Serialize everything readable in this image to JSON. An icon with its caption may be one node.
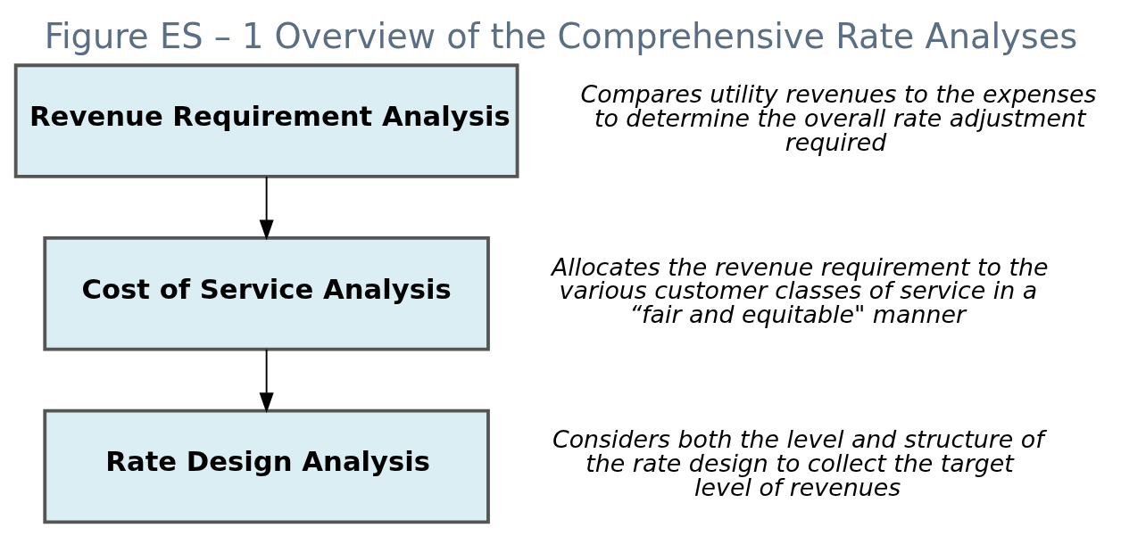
{
  "diagram": {
    "title": "Figure ES – 1 Overview of the Comprehensive Rate Analyses",
    "nodes": [
      {
        "text": [
          "Revenue Requirement Analysis"
        ],
        "beside": [
          "Compares utility revenues to the expenses to determine the overall rate adjustment required"
        ]
      },
      {
        "text": [
          "Cost of Service Analysis"
        ],
        "beside": [
          "Allocates the revenue requirement to the various customer classes of service in a “fair and equitable\" manner"
        ]
      },
      {
        "text": [
          "Rate Design Analysis"
        ],
        "beside": [
          "Considers both the level and structure of the rate design to collect the target level of revenues"
        ]
      }
    ],
    "edges": [
      {
        "from": 0,
        "to": 1,
        "arrow": "to"
      },
      {
        "from": 1,
        "to": 2,
        "arrow": "to"
      }
    ]
  }
}
